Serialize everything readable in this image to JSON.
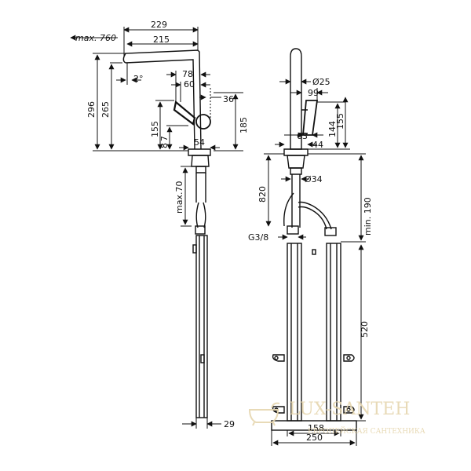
{
  "dimensions": {
    "max760": "max. 760",
    "d229": "229",
    "d215": "215",
    "d296": "296",
    "d265": "265",
    "angle2": "2°",
    "d78": "78",
    "d60": "60",
    "d36": "36",
    "d155": "155",
    "d7": "7",
    "d8": "8",
    "d54": "54",
    "d185": "185",
    "max70": "max.70",
    "d29": "29",
    "dia25": "Ø25",
    "d99": "99",
    "d144": "144",
    "d155b": "155",
    "d63": "63",
    "d44": "44",
    "dia34": "Ø34",
    "d820": "820",
    "min190": "min. 190",
    "g38": "G3/8",
    "d520": "520",
    "d158": "158",
    "d250": "250"
  },
  "watermark": {
    "brand": "LUX-SANTEH",
    "tagline": "ЕВРОПЕЙСКАЯ САНТЕХНИКА"
  },
  "colors": {
    "line": "#111111",
    "watermark": "#e6d7b0"
  }
}
